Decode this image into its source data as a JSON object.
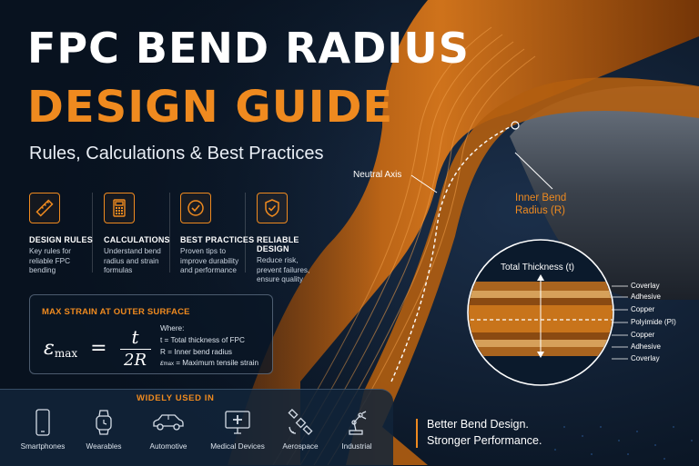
{
  "title": {
    "line1": "FPC BEND RADIUS",
    "line2": "DESIGN GUIDE",
    "subtitle": "Rules, Calculations & Best Practices"
  },
  "features": [
    {
      "icon": "ruler-icon",
      "title": "DESIGN RULES",
      "desc": "Key rules for\nreliable FPC\nbending"
    },
    {
      "icon": "calculator-icon",
      "title": "CALCULATIONS",
      "desc": "Understand bend\nradius and strain\nformulas"
    },
    {
      "icon": "check-circle-icon",
      "title": "BEST PRACTICES",
      "desc": "Proven tips to\nimprove durability\nand performance"
    },
    {
      "icon": "shield-check-icon",
      "title": "RELIABLE DESIGN",
      "desc": "Reduce risk,\nprevent failures,\nensure quality"
    }
  ],
  "formula": {
    "heading": "MAX STRAIN AT OUTER SURFACE",
    "lhs": "ε",
    "lhs_sub": "max",
    "equals": "=",
    "numerator": "t",
    "denominator": "2R",
    "where_title": "Where:",
    "where_t": "t  = Total thickness of FPC",
    "where_r": "R  = Inner bend radius",
    "where_e": "ε",
    "where_e_sub": "max",
    "where_e_rest": " = Maximum tensile strain"
  },
  "diagram": {
    "neutral_axis": "Neutral Axis",
    "inner_bend_line1": "Inner Bend",
    "inner_bend_line2": "Radius (R)",
    "total_thickness": "Total Thickness (t)",
    "layers": [
      "Coverlay",
      "Adhesive",
      "Copper",
      "Polyimide (PI)",
      "Copper",
      "Adhesive",
      "Coverlay"
    ]
  },
  "used": {
    "heading": "WIDELY USED IN",
    "apps": [
      {
        "icon": "smartphone-icon",
        "label": "Smartphones"
      },
      {
        "icon": "watch-icon",
        "label": "Wearables"
      },
      {
        "icon": "car-icon",
        "label": "Automotive"
      },
      {
        "icon": "medical-monitor-icon",
        "label": "Medical Devices"
      },
      {
        "icon": "satellite-icon",
        "label": "Aerospace"
      },
      {
        "icon": "robot-arm-icon",
        "label": "Industrial"
      }
    ]
  },
  "tagline": {
    "line1": "Better Bend Design.",
    "line2": "Stronger Performance."
  },
  "colors": {
    "accent": "#ef8a1f",
    "background": "#0a1626",
    "copper": "#c46a12"
  }
}
